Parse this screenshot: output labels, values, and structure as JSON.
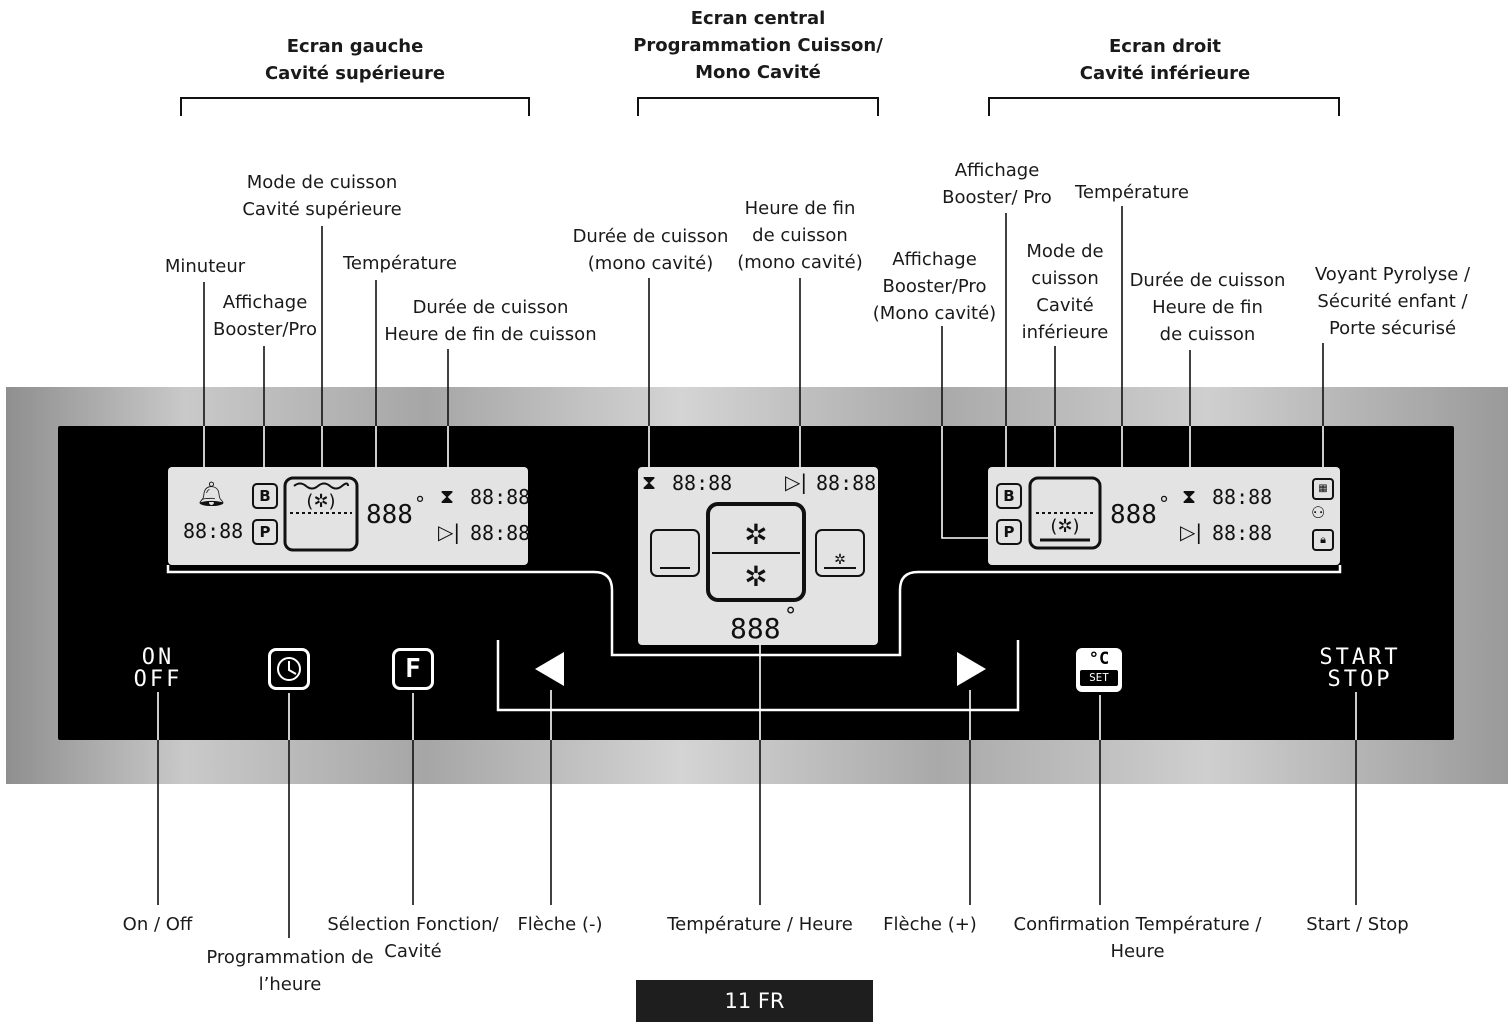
{
  "headers": {
    "left": [
      "Ecran gauche",
      "Cavité supérieure"
    ],
    "center": [
      "Ecran central",
      "Programmation Cuisson/",
      "Mono Cavité"
    ],
    "right": [
      "Ecran droit",
      "Cavité inférieure"
    ]
  },
  "top_labels": {
    "minuteur": [
      "Minuteur"
    ],
    "affichage_left": [
      "Affichage",
      "Booster/Pro"
    ],
    "mode_left": [
      "Mode de cuisson",
      "Cavité supérieure"
    ],
    "temp_left": [
      "Température"
    ],
    "duree_left": [
      "Durée de cuisson",
      "Heure de fin de cuisson"
    ],
    "duree_center": [
      "Durée de cuisson",
      "(mono cavité)"
    ],
    "fin_center": [
      "Heure de fin",
      "de cuisson",
      "(mono cavité)"
    ],
    "affichage_mono": [
      "Affichage",
      "Booster/Pro",
      "(Mono cavité)"
    ],
    "affichage_right": [
      "Affichage",
      "Booster/ Pro"
    ],
    "mode_right": [
      "Mode de",
      "cuisson",
      "Cavité",
      "inférieure"
    ],
    "temp_right": [
      "Température"
    ],
    "duree_right": [
      "Durée de cuisson",
      "Heure de fin",
      "de cuisson"
    ],
    "voyant": [
      "Voyant Pyrolyse /",
      "Sécurité enfant /",
      "Porte sécurisé"
    ]
  },
  "bottom_labels": {
    "onoff": [
      "On / Off"
    ],
    "prog_heure": [
      "Programmation de",
      "l’heure"
    ],
    "selection": [
      "Sélection Fonction/",
      "Cavité"
    ],
    "fleche_moins": [
      "Flèche (-)"
    ],
    "temp_heure": [
      "Température / Heure"
    ],
    "fleche_plus": [
      "Flèche (+)"
    ],
    "confirmation": [
      "Confirmation Température /",
      "Heure"
    ],
    "startstop": [
      "Start / Stop"
    ]
  },
  "display": {
    "time": "88:88",
    "temp": "888",
    "degree": "°"
  },
  "buttons": {
    "on": "ON",
    "off": "OFF",
    "start": "START",
    "stop": "STOP",
    "celsius": "°C",
    "set": "SET",
    "function": "F"
  },
  "footer": "11 FR"
}
